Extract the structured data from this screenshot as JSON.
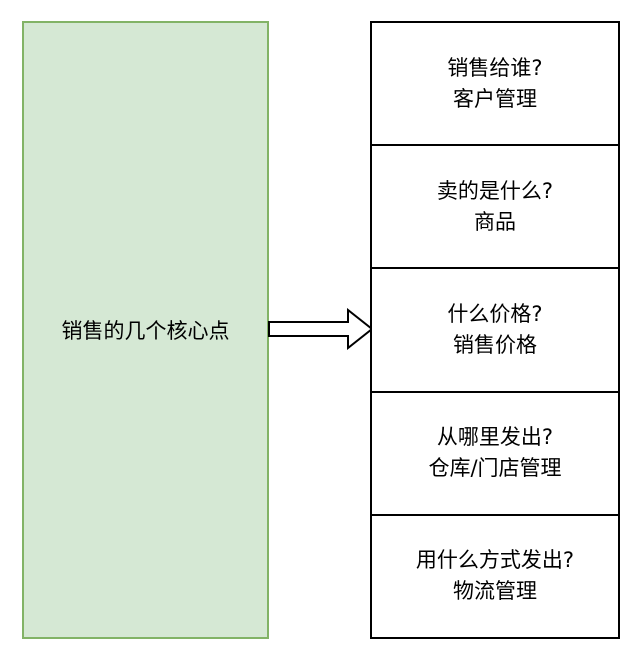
{
  "diagram": {
    "main_label": "销售的几个核心点",
    "colors": {
      "main_fill": "#d5e8d4",
      "main_border": "#82b366",
      "stroke": "#000000"
    },
    "items": [
      {
        "question": "销售给谁?",
        "answer": "客户管理"
      },
      {
        "question": "卖的是什么?",
        "answer": "商品"
      },
      {
        "question": "什么价格?",
        "answer": "销售价格"
      },
      {
        "question": "从哪里发出?",
        "answer": "仓库/门店管理"
      },
      {
        "question": "用什么方式发出?",
        "answer": "物流管理"
      }
    ]
  }
}
